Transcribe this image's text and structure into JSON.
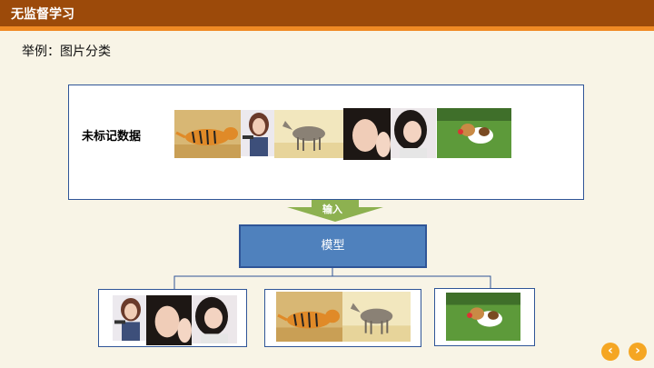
{
  "header": {
    "title": "无监督学习"
  },
  "subtitle": "举例：图片分类",
  "unlabeled": {
    "label": "未标记数据"
  },
  "arrow": {
    "label": "输入"
  },
  "model": {
    "label": "模型"
  },
  "images": [
    "tiger",
    "girl-with-gun",
    "donkey",
    "girl-waving",
    "girl-smiling",
    "puppy"
  ],
  "clusters": [
    {
      "images": [
        "girl-with-gun",
        "girl-waving",
        "girl-smiling"
      ]
    },
    {
      "images": [
        "tiger",
        "donkey"
      ]
    },
    {
      "images": [
        "puppy"
      ]
    }
  ],
  "nav": {
    "prev_icon": "‹",
    "next_icon": "›"
  },
  "colors": {
    "header": "#9c4a0a",
    "accent": "#f08a24",
    "model": "#4f81bd",
    "arrow": "#8db150",
    "nav": "#f5a623"
  }
}
